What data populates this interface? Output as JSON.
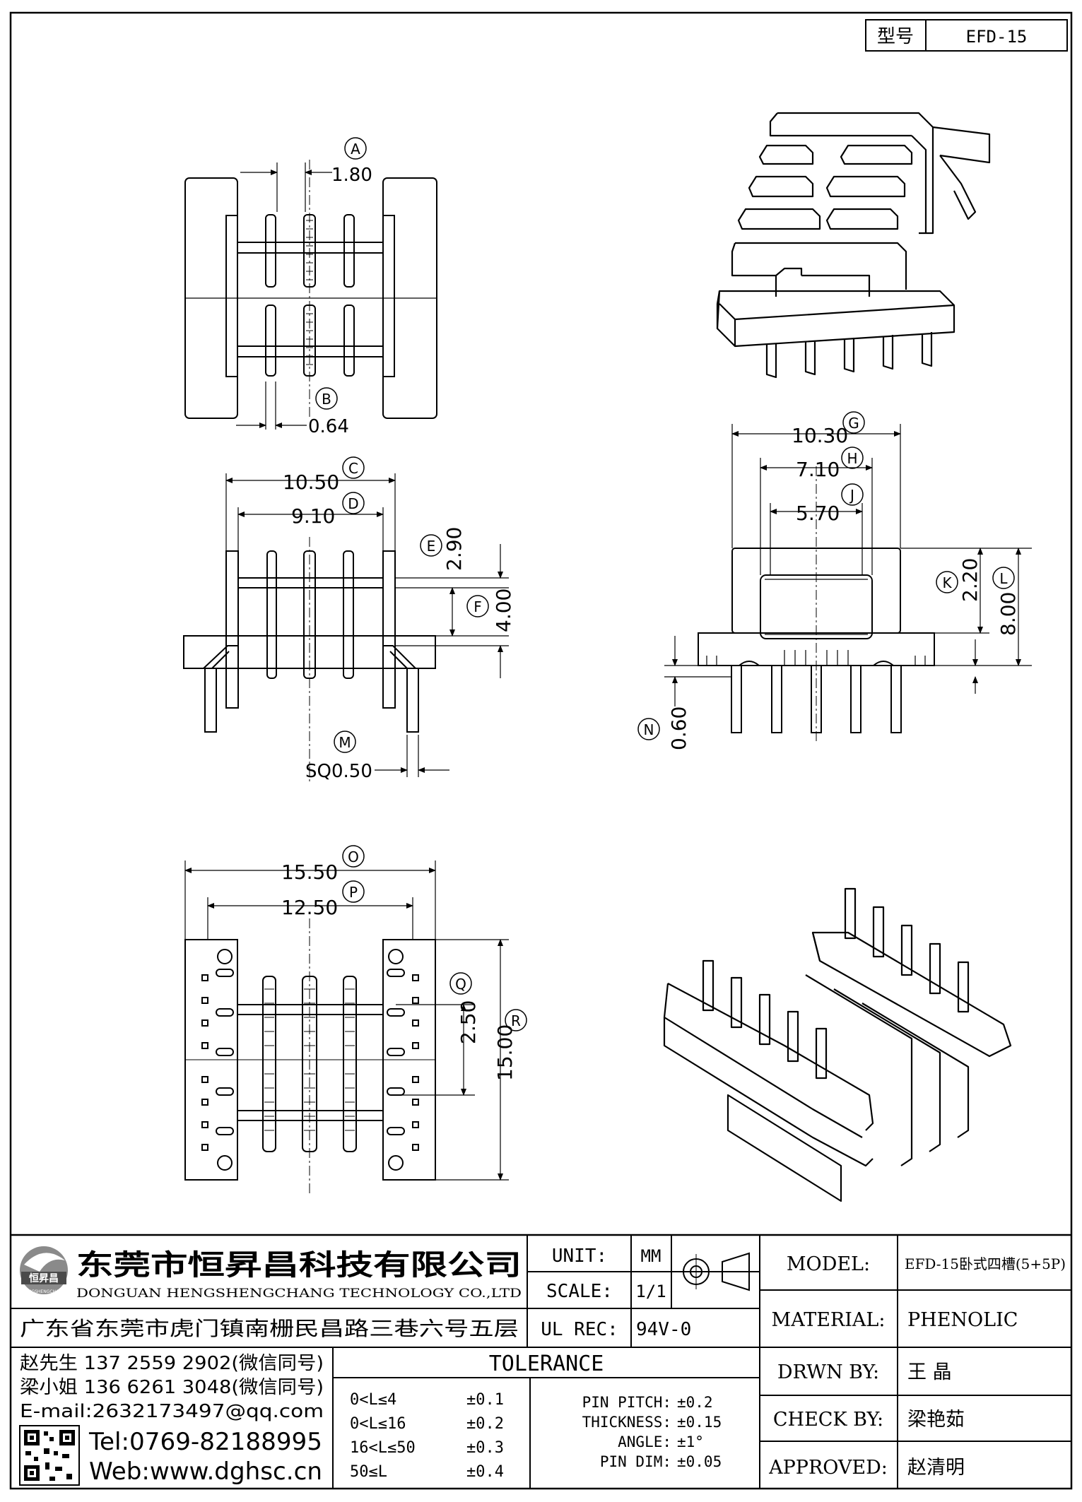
{
  "header": {
    "model_label": "型号",
    "model_value": "EFD-15"
  },
  "dimensions": {
    "A": {
      "letter": "A",
      "value": "1.80"
    },
    "B": {
      "letter": "B",
      "value": "0.64"
    },
    "C": {
      "letter": "C",
      "value": "10.50"
    },
    "D": {
      "letter": "D",
      "value": "9.10"
    },
    "E": {
      "letter": "E",
      "value": "2.90"
    },
    "F": {
      "letter": "F",
      "value": "4.00"
    },
    "G": {
      "letter": "G",
      "value": "10.30"
    },
    "H": {
      "letter": "H",
      "value": "7.10"
    },
    "J": {
      "letter": "J",
      "value": "5.70"
    },
    "K": {
      "letter": "K",
      "value": "2.20"
    },
    "L": {
      "letter": "L",
      "value": "8.00"
    },
    "M": {
      "letter": "M",
      "value": "SQ0.50"
    },
    "N": {
      "letter": "N",
      "value": "0.60"
    },
    "O": {
      "letter": "O",
      "value": "15.50"
    },
    "P": {
      "letter": "P",
      "value": "12.50"
    },
    "Q": {
      "letter": "Q",
      "value": "2.50"
    },
    "R": {
      "letter": "R",
      "value": "15.00"
    }
  },
  "title_block": {
    "company_cn": "东莞市恒昇昌科技有限公司",
    "company_en": "DONGUAN HENGSHENGCHANG TECHNOLOGY CO.,LTD",
    "address": "广东省东莞市虎门镇南栅民昌路三巷六号五层",
    "logo_text": "恒昇昌",
    "logo_sub": "HENGSHENGCHANG",
    "contacts": [
      "赵先生 137 2559 2902(微信同号)",
      "梁小姐 136 6261 3048(微信同号)",
      "E-mail:2632173497@qq.com"
    ],
    "tel": "Tel:0769-82188995",
    "web": "Web:www.dghsc.cn",
    "unit_label": "UNIT:",
    "unit_value": "MM",
    "scale_label": "SCALE:",
    "scale_value": "1/1",
    "ulrec_label": "UL REC:",
    "ulrec_value": "94V-0",
    "tolerance_title": "TOLERANCE",
    "tolerances": [
      {
        "range": "0<L≤4",
        "tol": "±0.1"
      },
      {
        "range": "0<L≤16",
        "tol": "±0.2"
      },
      {
        "range": "16<L≤50",
        "tol": "±0.3"
      },
      {
        "range": "50≤L",
        "tol": "±0.4"
      }
    ],
    "specs": [
      {
        "label": "PIN PITCH:",
        "value": "±0.2"
      },
      {
        "label": "THICKNESS:",
        "value": "±0.15"
      },
      {
        "label": "ANGLE:",
        "value": "±1°"
      },
      {
        "label": "PIN DIM:",
        "value": "±0.05"
      }
    ],
    "model_label": "MODEL:",
    "model_value": "EFD-15卧式四槽(5+5P)",
    "material_label": "MATERIAL:",
    "material_value": "PHENOLIC",
    "drawn_label": "DRWN BY:",
    "drawn_value": "王  晶",
    "check_label": "CHECK BY:",
    "check_value": "梁艳茹",
    "approved_label": "APPROVED:",
    "approved_value": "赵清明"
  }
}
